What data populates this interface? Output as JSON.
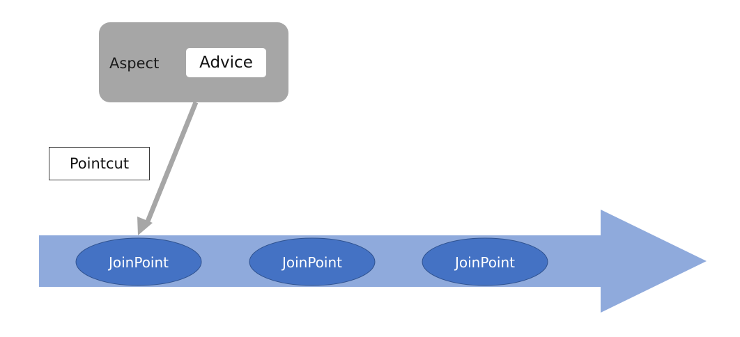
{
  "aspect": {
    "label": "Aspect",
    "advice_label": "Advice"
  },
  "pointcut": {
    "label": "Pointcut"
  },
  "timeline": {
    "joinpoints": [
      {
        "label": "JoinPoint"
      },
      {
        "label": "JoinPoint"
      },
      {
        "label": "JoinPoint"
      }
    ]
  },
  "colors": {
    "timeline_arrow": "#8faadc",
    "joinpoint_fill": "#4472c4",
    "joinpoint_stroke": "#2f528f",
    "aspect_fill": "#a6a6a6",
    "connector": "#a6a6a6"
  }
}
